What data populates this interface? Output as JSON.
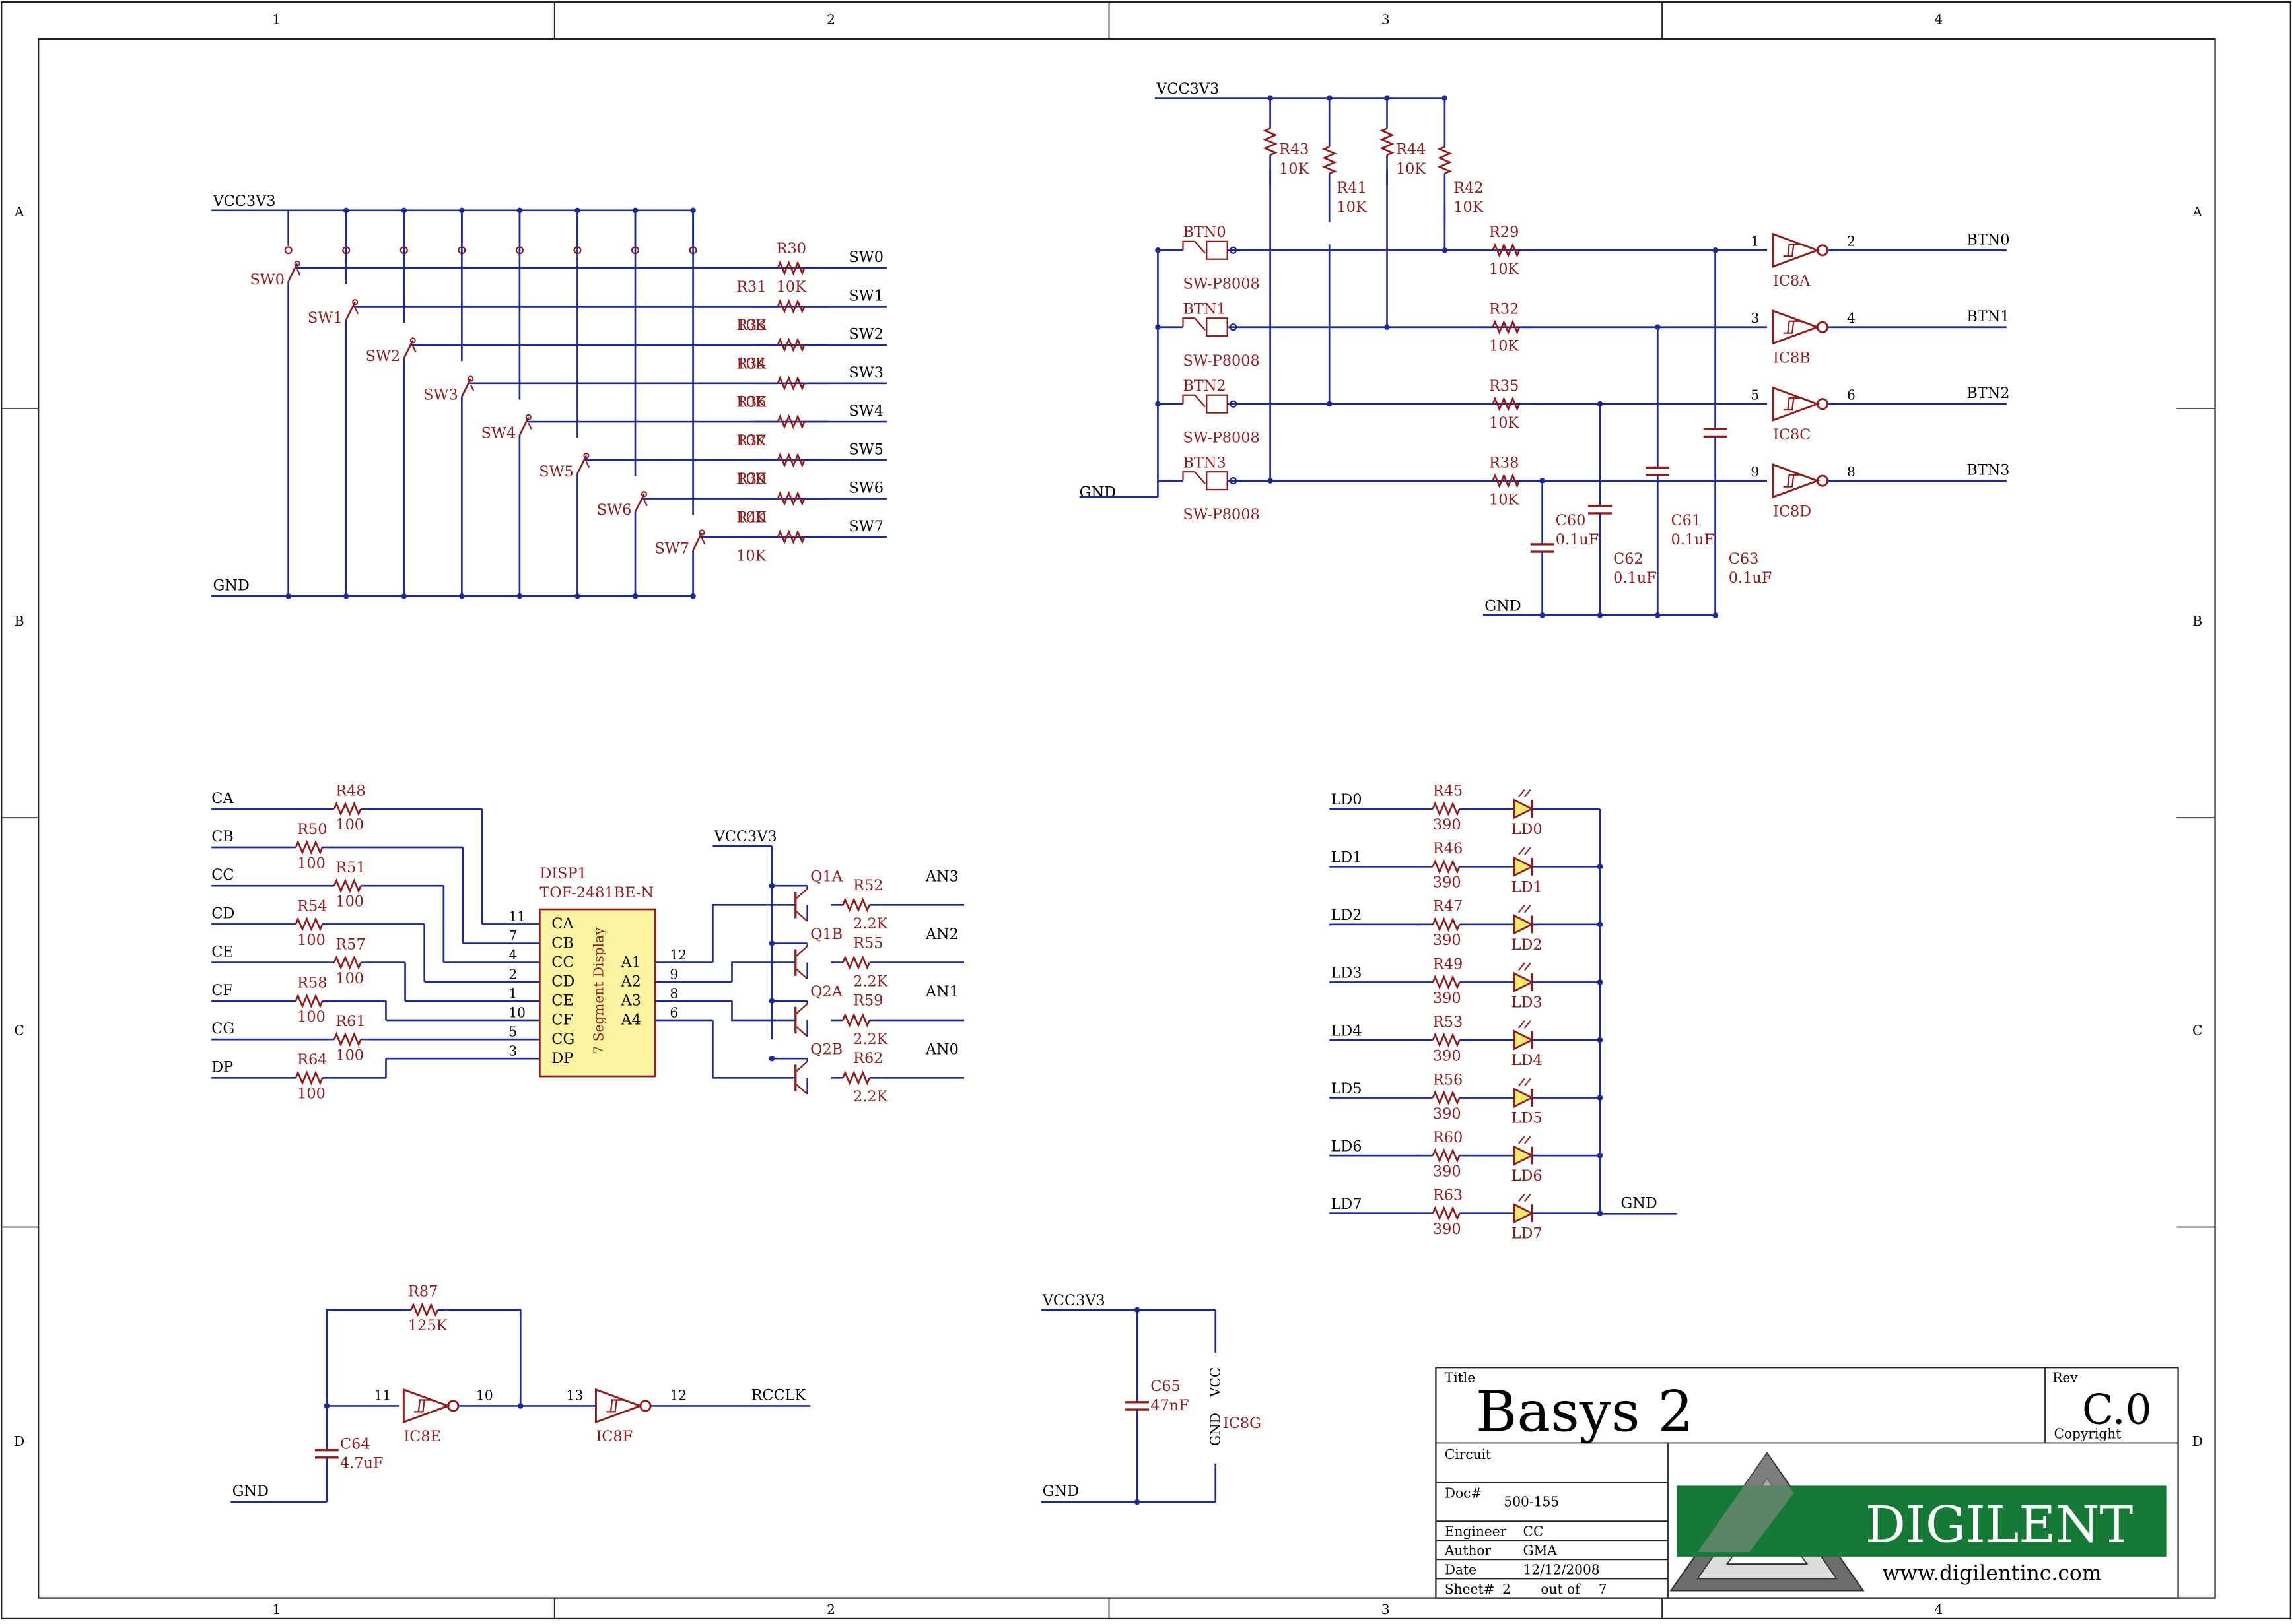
{
  "frame": {
    "cols": [
      "1",
      "2",
      "3",
      "4"
    ],
    "rows": [
      "A",
      "B",
      "C",
      "D"
    ]
  },
  "colors": {
    "wire": "#1d2a93",
    "part": "#8f1d1d",
    "border": "#222222",
    "display_fill": "#fbf3a0",
    "led_fill": "#f5e96d",
    "logo_green": "#157a35"
  },
  "switches": {
    "vcc": "VCC3V3",
    "gnd": "GND",
    "items": [
      {
        "sw": "SW0",
        "r": "R30",
        "rv": "10K",
        "net": "SW0"
      },
      {
        "sw": "SW1",
        "r": "R31",
        "rv": "10K",
        "net": "SW1"
      },
      {
        "sw": "SW2",
        "r": "R33",
        "rv": "10K",
        "net": "SW2"
      },
      {
        "sw": "SW3",
        "r": "R34",
        "rv": "10K",
        "net": "SW3"
      },
      {
        "sw": "SW4",
        "r": "R36",
        "rv": "10K",
        "net": "SW4"
      },
      {
        "sw": "SW5",
        "r": "R37",
        "rv": "10K",
        "net": "SW5"
      },
      {
        "sw": "SW6",
        "r": "R39",
        "rv": "10K",
        "net": "SW6"
      },
      {
        "sw": "SW7",
        "r": "R40",
        "rv": "10K",
        "net": "SW7"
      }
    ]
  },
  "buttons": {
    "vcc": "VCC3V3",
    "gnd": "GND",
    "gnd2": "GND",
    "pullups": [
      {
        "r": "R43",
        "v": "10K"
      },
      {
        "r": "R41",
        "v": "10K"
      },
      {
        "r": "R44",
        "v": "10K"
      },
      {
        "r": "R42",
        "v": "10K"
      }
    ],
    "items": [
      {
        "btn": "BTN0",
        "part": "SW-P8008",
        "r": "R29",
        "rv": "10K",
        "ic": "IC8A",
        "pin_in": "1",
        "pin_out": "2",
        "net": "BTN0"
      },
      {
        "btn": "BTN1",
        "part": "SW-P8008",
        "r": "R32",
        "rv": "10K",
        "ic": "IC8B",
        "pin_in": "3",
        "pin_out": "4",
        "net": "BTN1"
      },
      {
        "btn": "BTN2",
        "part": "SW-P8008",
        "r": "R35",
        "rv": "10K",
        "ic": "IC8C",
        "pin_in": "5",
        "pin_out": "6",
        "net": "BTN2"
      },
      {
        "btn": "BTN3",
        "part": "SW-P8008",
        "r": "R38",
        "rv": "10K",
        "ic": "IC8D",
        "pin_in": "9",
        "pin_out": "8",
        "net": "BTN3"
      }
    ],
    "caps": [
      {
        "c": "C60",
        "v": "0.1uF"
      },
      {
        "c": "C62",
        "v": "0.1uF"
      },
      {
        "c": "C61",
        "v": "0.1uF"
      },
      {
        "c": "C63",
        "v": "0.1uF"
      }
    ]
  },
  "display": {
    "ref": "DISP1",
    "part": "TOF-2481BE-N",
    "body": "7 Segment Display",
    "vcc": "VCC3V3",
    "segments": [
      {
        "net": "CA",
        "r": "R48",
        "v": "100",
        "pin": "11",
        "pname": "CA"
      },
      {
        "net": "CB",
        "r": "R50",
        "v": "100",
        "pin": "7",
        "pname": "CB"
      },
      {
        "net": "CC",
        "r": "R51",
        "v": "100",
        "pin": "4",
        "pname": "CC"
      },
      {
        "net": "CD",
        "r": "R54",
        "v": "100",
        "pin": "2",
        "pname": "CD"
      },
      {
        "net": "CE",
        "r": "R57",
        "v": "100",
        "pin": "1",
        "pname": "CE"
      },
      {
        "net": "CF",
        "r": "R58",
        "v": "100",
        "pin": "10",
        "pname": "CF"
      },
      {
        "net": "CG",
        "r": "R61",
        "v": "100",
        "pin": "5",
        "pname": "CG"
      },
      {
        "net": "DP",
        "r": "R64",
        "v": "100",
        "pin": "3",
        "pname": "DP"
      }
    ],
    "anodes": [
      {
        "pname": "A1",
        "pin": "12",
        "q": "Q1A",
        "r": "R52",
        "v": "2.2K",
        "net": "AN3"
      },
      {
        "pname": "A2",
        "pin": "9",
        "q": "Q1B",
        "r": "R55",
        "v": "2.2K",
        "net": "AN2"
      },
      {
        "pname": "A3",
        "pin": "8",
        "q": "Q2A",
        "r": "R59",
        "v": "2.2K",
        "net": "AN1"
      },
      {
        "pname": "A4",
        "pin": "6",
        "q": "Q2B",
        "r": "R62",
        "v": "2.2K",
        "net": "AN0"
      }
    ]
  },
  "leds": {
    "gnd": "GND",
    "items": [
      {
        "net": "LD0",
        "r": "R45",
        "v": "390",
        "led": "LD0"
      },
      {
        "net": "LD1",
        "r": "R46",
        "v": "390",
        "led": "LD1"
      },
      {
        "net": "LD2",
        "r": "R47",
        "v": "390",
        "led": "LD2"
      },
      {
        "net": "LD3",
        "r": "R49",
        "v": "390",
        "led": "LD3"
      },
      {
        "net": "LD4",
        "r": "R53",
        "v": "390",
        "led": "LD4"
      },
      {
        "net": "LD5",
        "r": "R56",
        "v": "390",
        "led": "LD5"
      },
      {
        "net": "LD6",
        "r": "R60",
        "v": "390",
        "led": "LD6"
      },
      {
        "net": "LD7",
        "r": "R63",
        "v": "390",
        "led": "LD7"
      }
    ]
  },
  "osc": {
    "r": "R87",
    "rv": "125K",
    "c": "C64",
    "cv": "4.7uF",
    "ic1": "IC8E",
    "ic1_in": "11",
    "ic1_out": "10",
    "ic2": "IC8F",
    "ic2_in": "13",
    "ic2_out": "12",
    "net": "RCCLK",
    "gnd": "GND"
  },
  "power": {
    "vcc": "VCC3V3",
    "gnd": "GND",
    "c": "C65",
    "cv": "47nF",
    "ic": "IC8G",
    "vcc_pin": "VCC",
    "gnd_pin": "GND"
  },
  "title_block": {
    "title_label": "Title",
    "title": "Basys 2",
    "rev_label": "Rev",
    "rev": "C.0",
    "copyright_label": "Copyright",
    "circuit_label": "Circuit",
    "doc_label": "Doc#",
    "doc": "500-155",
    "engineer_label": "Engineer",
    "engineer": "CC",
    "author_label": "Author",
    "author": "GMA",
    "date_label": "Date",
    "date": "12/12/2008",
    "sheet_label": "Sheet#",
    "sheet": "2",
    "outof_label": "out of",
    "total": "7",
    "logo_text": "DIGILENT",
    "logo_url": "www.digilentinc.com"
  }
}
